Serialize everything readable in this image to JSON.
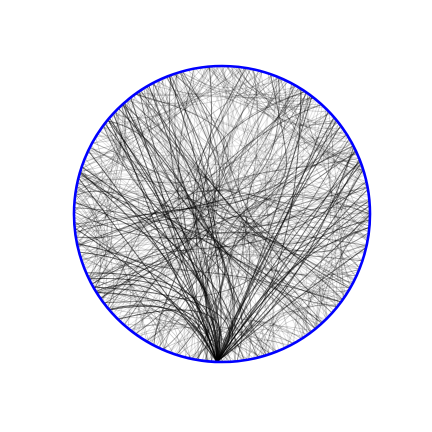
{
  "diagram": {
    "type": "circular-bundle-graph",
    "ring_color": "#0000ff",
    "edge_color": "#000000",
    "background": "#ffffff",
    "light_edge_opacity": 0.13,
    "dark_edge_opacity": 0.55,
    "bundled_edge_opacity": 0.22
  }
}
